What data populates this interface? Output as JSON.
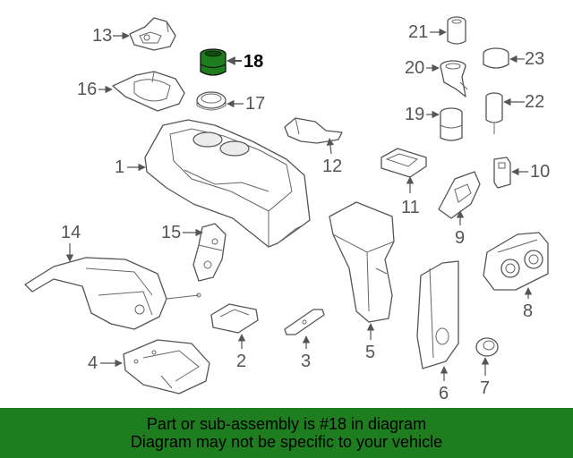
{
  "highlight_part": "18",
  "parts": [
    {
      "id": "p1",
      "label": "1"
    },
    {
      "id": "p2",
      "label": "2"
    },
    {
      "id": "p3",
      "label": "3"
    },
    {
      "id": "p4",
      "label": "4"
    },
    {
      "id": "p5",
      "label": "5"
    },
    {
      "id": "p6",
      "label": "6"
    },
    {
      "id": "p7",
      "label": "7"
    },
    {
      "id": "p8",
      "label": "8"
    },
    {
      "id": "p9",
      "label": "9"
    },
    {
      "id": "p10",
      "label": "10"
    },
    {
      "id": "p11",
      "label": "11"
    },
    {
      "id": "p12",
      "label": "12"
    },
    {
      "id": "p13",
      "label": "13"
    },
    {
      "id": "p14",
      "label": "14"
    },
    {
      "id": "p15",
      "label": "15"
    },
    {
      "id": "p16",
      "label": "16"
    },
    {
      "id": "p17",
      "label": "17"
    },
    {
      "id": "p18",
      "label": "18"
    },
    {
      "id": "p19",
      "label": "19"
    },
    {
      "id": "p20",
      "label": "20"
    },
    {
      "id": "p21",
      "label": "21"
    },
    {
      "id": "p22",
      "label": "22"
    },
    {
      "id": "p23",
      "label": "23"
    }
  ],
  "banner": {
    "line1": "Part or sub-assembly is #18 in diagram",
    "line2": "Diagram may not be specific to your vehicle"
  },
  "colors": {
    "banner_bg": "#1e7d1e",
    "highlight_fill": "#1e7d1e"
  }
}
